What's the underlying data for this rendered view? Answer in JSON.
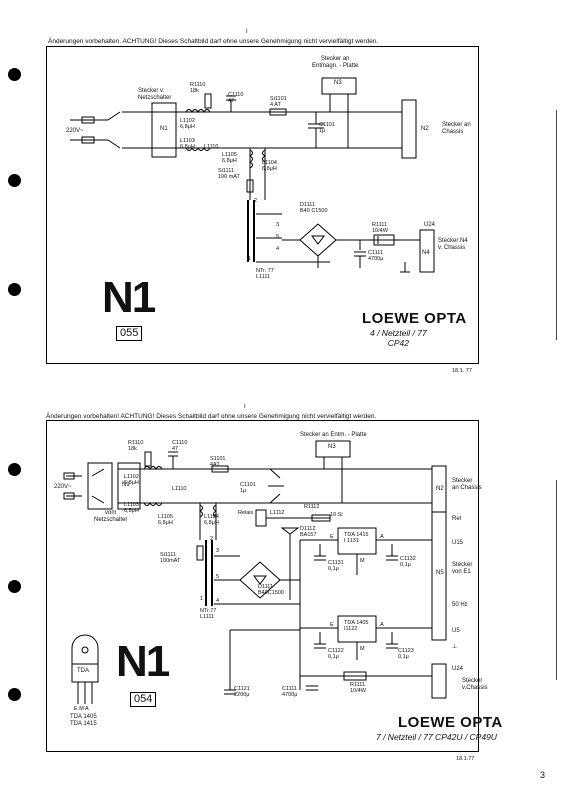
{
  "top_mark": "I",
  "page_number": "3",
  "diagram1": {
    "notice": "Änderungen vorbehalten.     ACHTUNG! Dieses Schaltbild darf ohne unsere Genehmigung nicht vervielfältigt werden.",
    "n3_label": "Stecker an\nEntmagn. - Platte",
    "n3": "N3",
    "n1": "N1",
    "n1_label": "Stecker v.\nNetzschalter",
    "n2": "N2",
    "n2_label": "Stecker an\nChassis",
    "n4": "N4",
    "n4_label": "Stecker N4\nv. Chassis",
    "u24": "U24",
    "mains": "220V~",
    "r1110": "R1110\n18k",
    "c1110": "C1110\n47",
    "l1102": "L1102\n6,8μH",
    "l1103": "L1103\n6,8μH",
    "l1110": "L1110",
    "si1101": "Si1101\n4 AT",
    "c1101": "C1101\n1μ",
    "l1105": "L1105\n6,8μH",
    "l1104": "L1104\n6,8μH",
    "si1111": "Si1111\n100 mAT",
    "d1111": "D1111\nB40 C1500",
    "r1111": "R1111\n10/4W",
    "c1111": "C1111\n4700μ",
    "ntr": "NTr. 77\nL1111",
    "pins": [
      "2",
      "3",
      "5",
      "4",
      "1"
    ],
    "board_name": "N1",
    "board_code": "055",
    "brand": "LOEWE OPTA",
    "subtitle": "4 / Netzteil / 77\nCP42",
    "date": "18.1. 77"
  },
  "diagram2": {
    "notice": "Änderungen vorbehalten!   ACHTUNG! Dieses Schaltbild darf ohne unsere Genehmigung nicht vervielfältigt werden.",
    "n3_label": "Stecker an Entm. - Platte",
    "n3": "N3",
    "n1": "N1",
    "n1_label": "vom\nNetzschalter",
    "n2": "N2",
    "n2_label": "Stecker\nan Chassis",
    "n5": "N5",
    "n5_label": "Stecker\nvon E1",
    "u24": "U24",
    "u24_label": "Stecker\nv.Chassis",
    "mains": "220V~",
    "r1110": "R1110\n18k",
    "c1110": "C1110\n47",
    "l1102": "L1102\n6,8μH",
    "l1103": "L1103\n6,8μH",
    "l1110": "L1110",
    "s1101": "S1101\n4AT",
    "c1101": "C1101\n1μ",
    "l1105": "L1105\n6,8μH",
    "l1104": "L1104\n6,8μH",
    "si1111": "Si1111\n100mAT",
    "relais": "Relais",
    "l1112": "L1112",
    "r1112": "R1112",
    "r1112_val": "10 Si",
    "d1112": "D1112\nBA157",
    "ic1": "TDA 1415\nI 1131",
    "ic2": "TDA 1405\nI1122",
    "c1131": "C1131\n0,1μ",
    "c1132": "C1132\n0,1μ",
    "c1122": "C1122\n0,1μ",
    "c1123": "C1123\n0,1μ",
    "d1111": "D1111\nB40C1500",
    "c1121": "C1121\n2200μ",
    "c1111": "C1111\n4700μ",
    "r1111": "R1111\n10/4W",
    "ntr": "NTr.77\nL1111",
    "pins": [
      "2",
      "3",
      "5",
      "4",
      "1"
    ],
    "pin_e": "E",
    "pin_a": "A",
    "pin_m": "M",
    "pin_labels": [
      "Rel",
      "U15",
      "50 Hz",
      "U5",
      "⊥"
    ],
    "tda_pkg": "TDA",
    "ema": "E  M  A",
    "tda_models": "TDA 1405\nTDA 1415",
    "board_name": "N1",
    "board_code": "054",
    "brand": "LOEWE OPTA",
    "subtitle": "7 / Netzteil / 77 CP42U / CP49U",
    "date": "18.1.77"
  }
}
